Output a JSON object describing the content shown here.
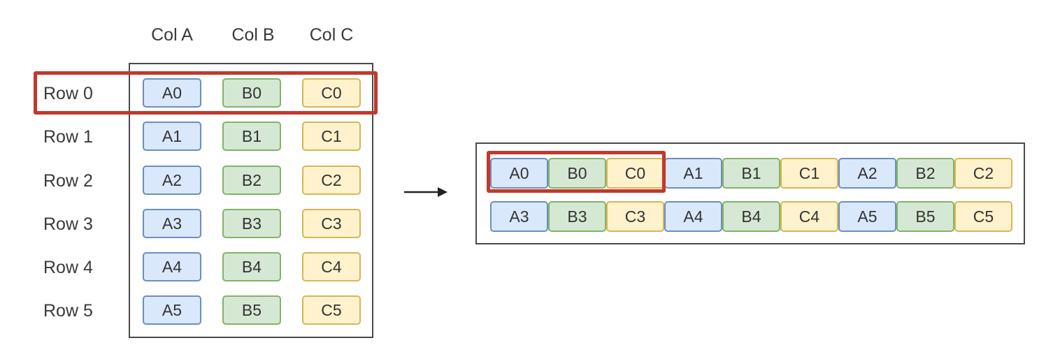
{
  "colors": {
    "blue_fill": "#dae8fc",
    "blue_border": "#6c8ebf",
    "green_fill": "#d5e8d4",
    "green_border": "#82b366",
    "yellow_fill": "#fff2cc",
    "yellow_border": "#d6b656",
    "highlight": "#c0392b"
  },
  "table": {
    "column_headers": [
      "Col A",
      "Col B",
      "Col C"
    ],
    "row_labels": [
      "Row 0",
      "Row 1",
      "Row 2",
      "Row 3",
      "Row 4",
      "Row 5"
    ],
    "cells": [
      [
        "A0",
        "B0",
        "C0"
      ],
      [
        "A1",
        "B1",
        "C1"
      ],
      [
        "A2",
        "B2",
        "C2"
      ],
      [
        "A3",
        "B3",
        "C3"
      ],
      [
        "A4",
        "B4",
        "C4"
      ],
      [
        "A5",
        "B5",
        "C5"
      ]
    ],
    "highlighted_row": "Row 0"
  },
  "arrow": {
    "icon": "right-arrow-icon"
  },
  "flattened": {
    "lines": [
      [
        "A0",
        "B0",
        "C0",
        "A1",
        "B1",
        "C1",
        "A2",
        "B2",
        "C2"
      ],
      [
        "A3",
        "B3",
        "C3",
        "A4",
        "B4",
        "C4",
        "A5",
        "B5",
        "C5"
      ]
    ],
    "highlighted_cells": [
      "A0",
      "B0",
      "C0"
    ]
  }
}
